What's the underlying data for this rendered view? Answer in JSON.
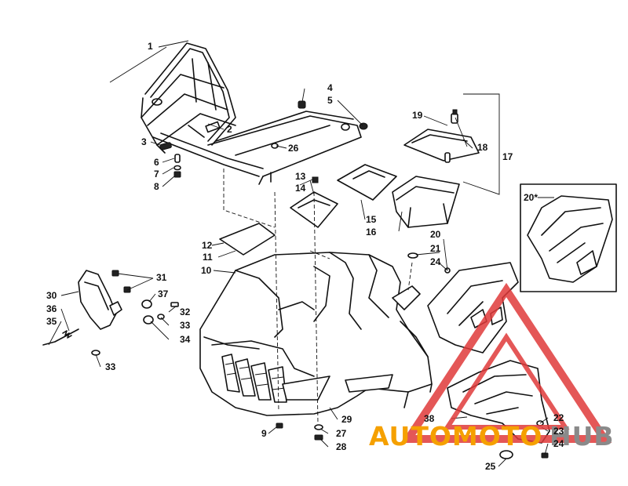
{
  "callouts": [
    {
      "id": "c1",
      "label": "1"
    },
    {
      "id": "c2",
      "label": "2"
    },
    {
      "id": "c3",
      "label": "3"
    },
    {
      "id": "c4",
      "label": "4"
    },
    {
      "id": "c5",
      "label": "5"
    },
    {
      "id": "c6",
      "label": "6"
    },
    {
      "id": "c7",
      "label": "7"
    },
    {
      "id": "c8",
      "label": "8"
    },
    {
      "id": "c9",
      "label": "9"
    },
    {
      "id": "c10",
      "label": "10"
    },
    {
      "id": "c11",
      "label": "11"
    },
    {
      "id": "c12",
      "label": "12"
    },
    {
      "id": "c13",
      "label": "13"
    },
    {
      "id": "c14",
      "label": "14"
    },
    {
      "id": "c15",
      "label": "15"
    },
    {
      "id": "c16",
      "label": "16"
    },
    {
      "id": "c17",
      "label": "17"
    },
    {
      "id": "c18",
      "label": "18"
    },
    {
      "id": "c19",
      "label": "19"
    },
    {
      "id": "c20",
      "label": "20"
    },
    {
      "id": "c20star",
      "label": "20*"
    },
    {
      "id": "c21",
      "label": "21"
    },
    {
      "id": "c22",
      "label": "22"
    },
    {
      "id": "c23",
      "label": "23"
    },
    {
      "id": "c24a",
      "label": "24"
    },
    {
      "id": "c24b",
      "label": "24"
    },
    {
      "id": "c25",
      "label": "25"
    },
    {
      "id": "c26",
      "label": "26"
    },
    {
      "id": "c27",
      "label": "27"
    },
    {
      "id": "c28",
      "label": "28"
    },
    {
      "id": "c29",
      "label": "29"
    },
    {
      "id": "c30",
      "label": "30"
    },
    {
      "id": "c31",
      "label": "31"
    },
    {
      "id": "c32",
      "label": "32"
    },
    {
      "id": "c33a",
      "label": "33"
    },
    {
      "id": "c33b",
      "label": "33"
    },
    {
      "id": "c34",
      "label": "34"
    },
    {
      "id": "c35",
      "label": "35"
    },
    {
      "id": "c36",
      "label": "36"
    },
    {
      "id": "c37",
      "label": "37"
    },
    {
      "id": "c38",
      "label": "38"
    }
  ],
  "watermark": {
    "text_part1": "AUTOMOTO",
    "text_part2": "HUB",
    "color_orange": "#f5a000",
    "color_gray": "#8a8a8a",
    "color_red": "#e03a3a"
  }
}
